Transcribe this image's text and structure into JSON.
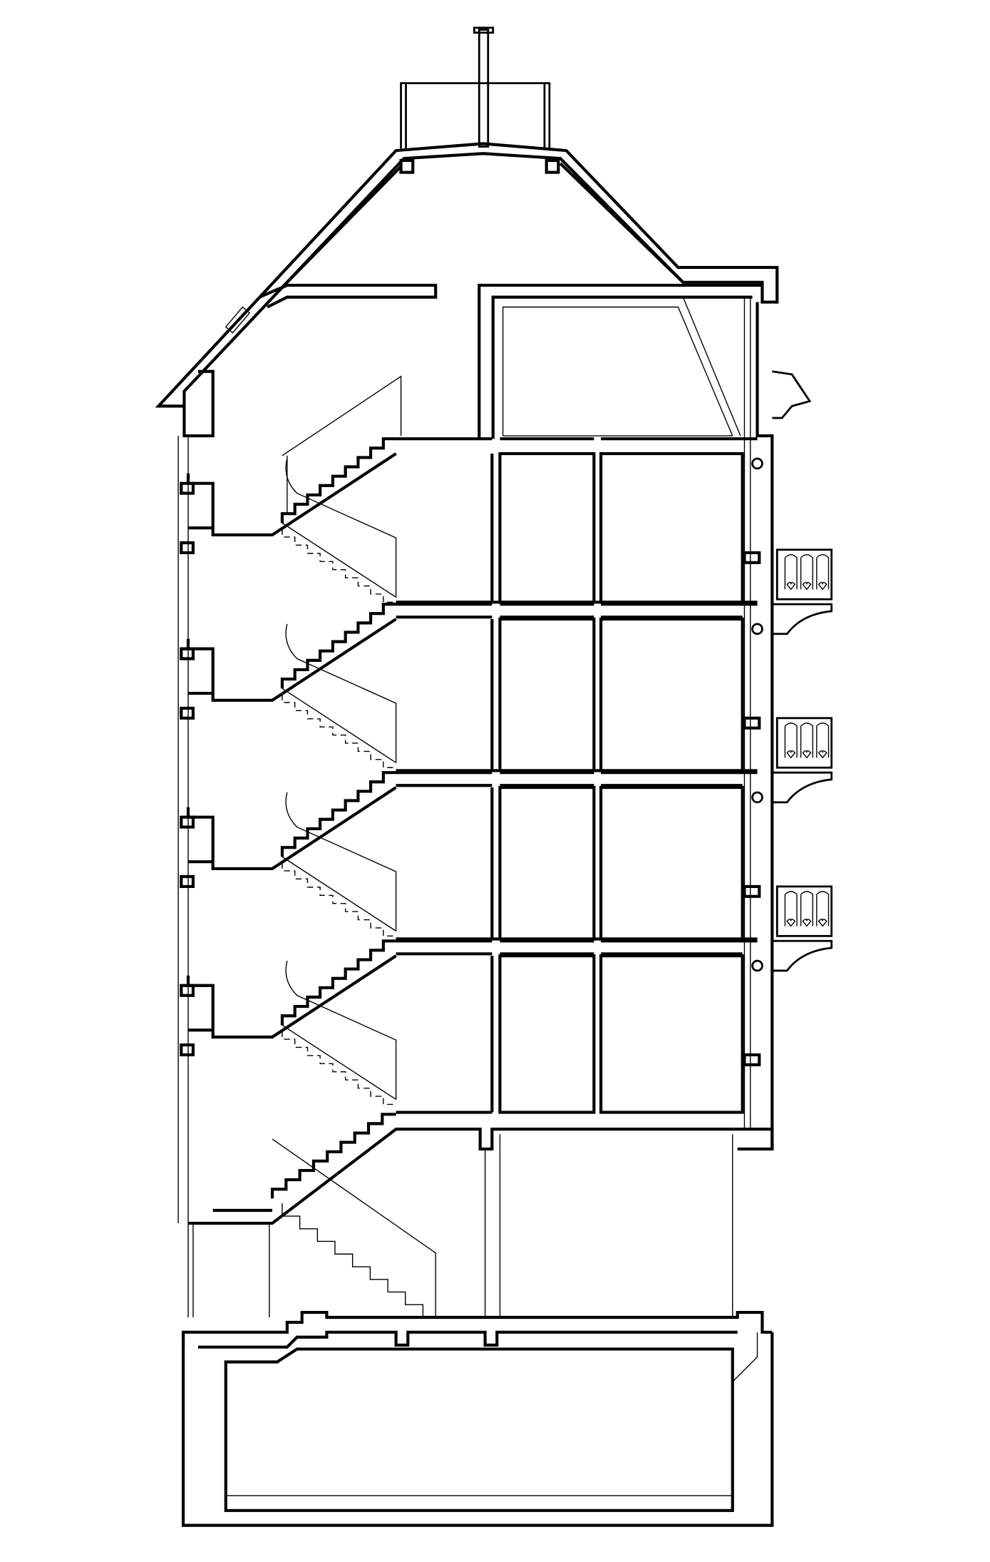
{
  "drawing": {
    "type": "building-section",
    "colors": {
      "line": "#000000",
      "background": "#ffffff"
    },
    "floors_above_ground": 4,
    "has_attic": true,
    "has_ground_floor": true,
    "has_basement": true,
    "balconies": 3
  }
}
